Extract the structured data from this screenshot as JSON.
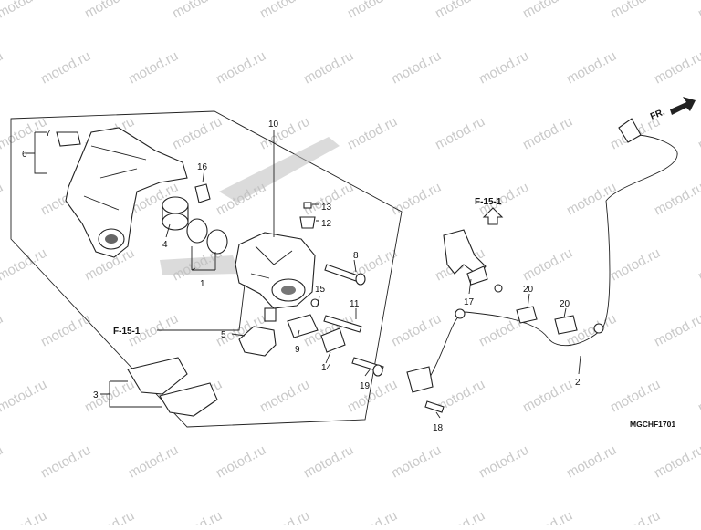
{
  "watermark": "motod.ru",
  "diagram_code": "MGCHF1701",
  "direction_label": "FR.",
  "references": {
    "left": "F-15-1",
    "right": "F-15-1"
  },
  "callouts": [
    {
      "id": "c1",
      "label": "1"
    },
    {
      "id": "c2",
      "label": "2"
    },
    {
      "id": "c3",
      "label": "3"
    },
    {
      "id": "c4",
      "label": "4"
    },
    {
      "id": "c5",
      "label": "5"
    },
    {
      "id": "c6",
      "label": "6"
    },
    {
      "id": "c7",
      "label": "7"
    },
    {
      "id": "c8",
      "label": "8"
    },
    {
      "id": "c9",
      "label": "9"
    },
    {
      "id": "c10",
      "label": "10"
    },
    {
      "id": "c11",
      "label": "11"
    },
    {
      "id": "c12",
      "label": "12"
    },
    {
      "id": "c13",
      "label": "13"
    },
    {
      "id": "c14",
      "label": "14"
    },
    {
      "id": "c15",
      "label": "15"
    },
    {
      "id": "c16",
      "label": "16"
    },
    {
      "id": "c17",
      "label": "17"
    },
    {
      "id": "c18",
      "label": "18"
    },
    {
      "id": "c19",
      "label": "19"
    },
    {
      "id": "c20a",
      "label": "20"
    },
    {
      "id": "c20b",
      "label": "20"
    }
  ]
}
